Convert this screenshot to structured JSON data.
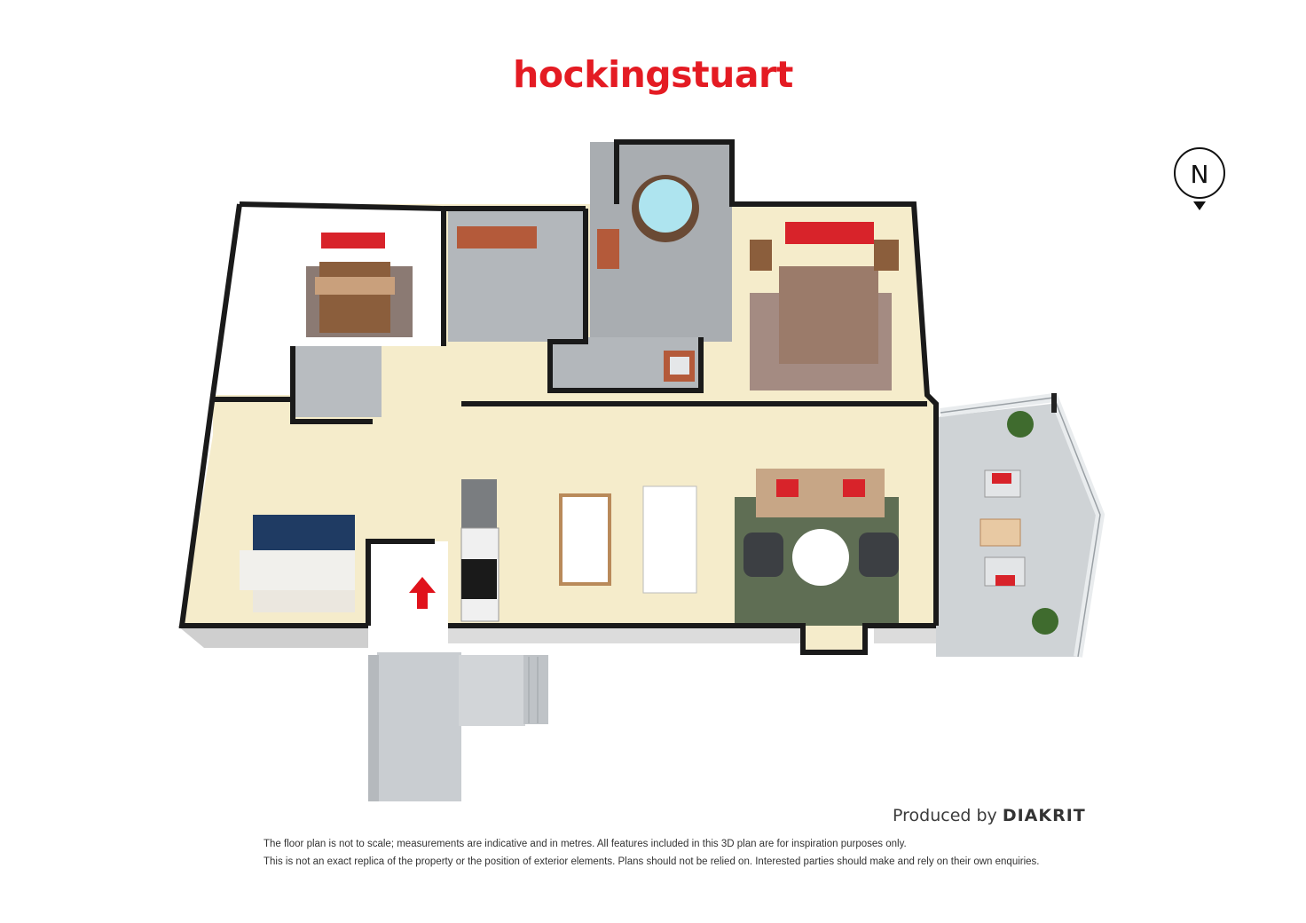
{
  "brand": {
    "logo_text": "hockingstuart",
    "logo_color": "#e41b23"
  },
  "compass": {
    "label": "N"
  },
  "producer": {
    "prefix": "Produced by",
    "name": "DIAKRIT"
  },
  "disclaimer": {
    "line1": "The floor plan is not to scale; measurements are indicative and in metres. All features included in this 3D plan are for inspiration purposes only.",
    "line2": "This is not an exact replica of the property or the position of exterior elements. Plans should not be relied on. Interested parties should make and rely on their own enquiries."
  },
  "colors": {
    "wall": "#1a1a1a",
    "floor": "#f5eccb",
    "tile": "#a9adb1",
    "outdoor": "#cfd2d5",
    "rug": "#5f6e54",
    "cushion": "#d8232a",
    "entry_arrow": "#e0121b"
  },
  "icons": [
    "compass-icon",
    "entry-arrow-icon",
    "spa-icon",
    "sink-icon",
    "cooktop-icon"
  ]
}
